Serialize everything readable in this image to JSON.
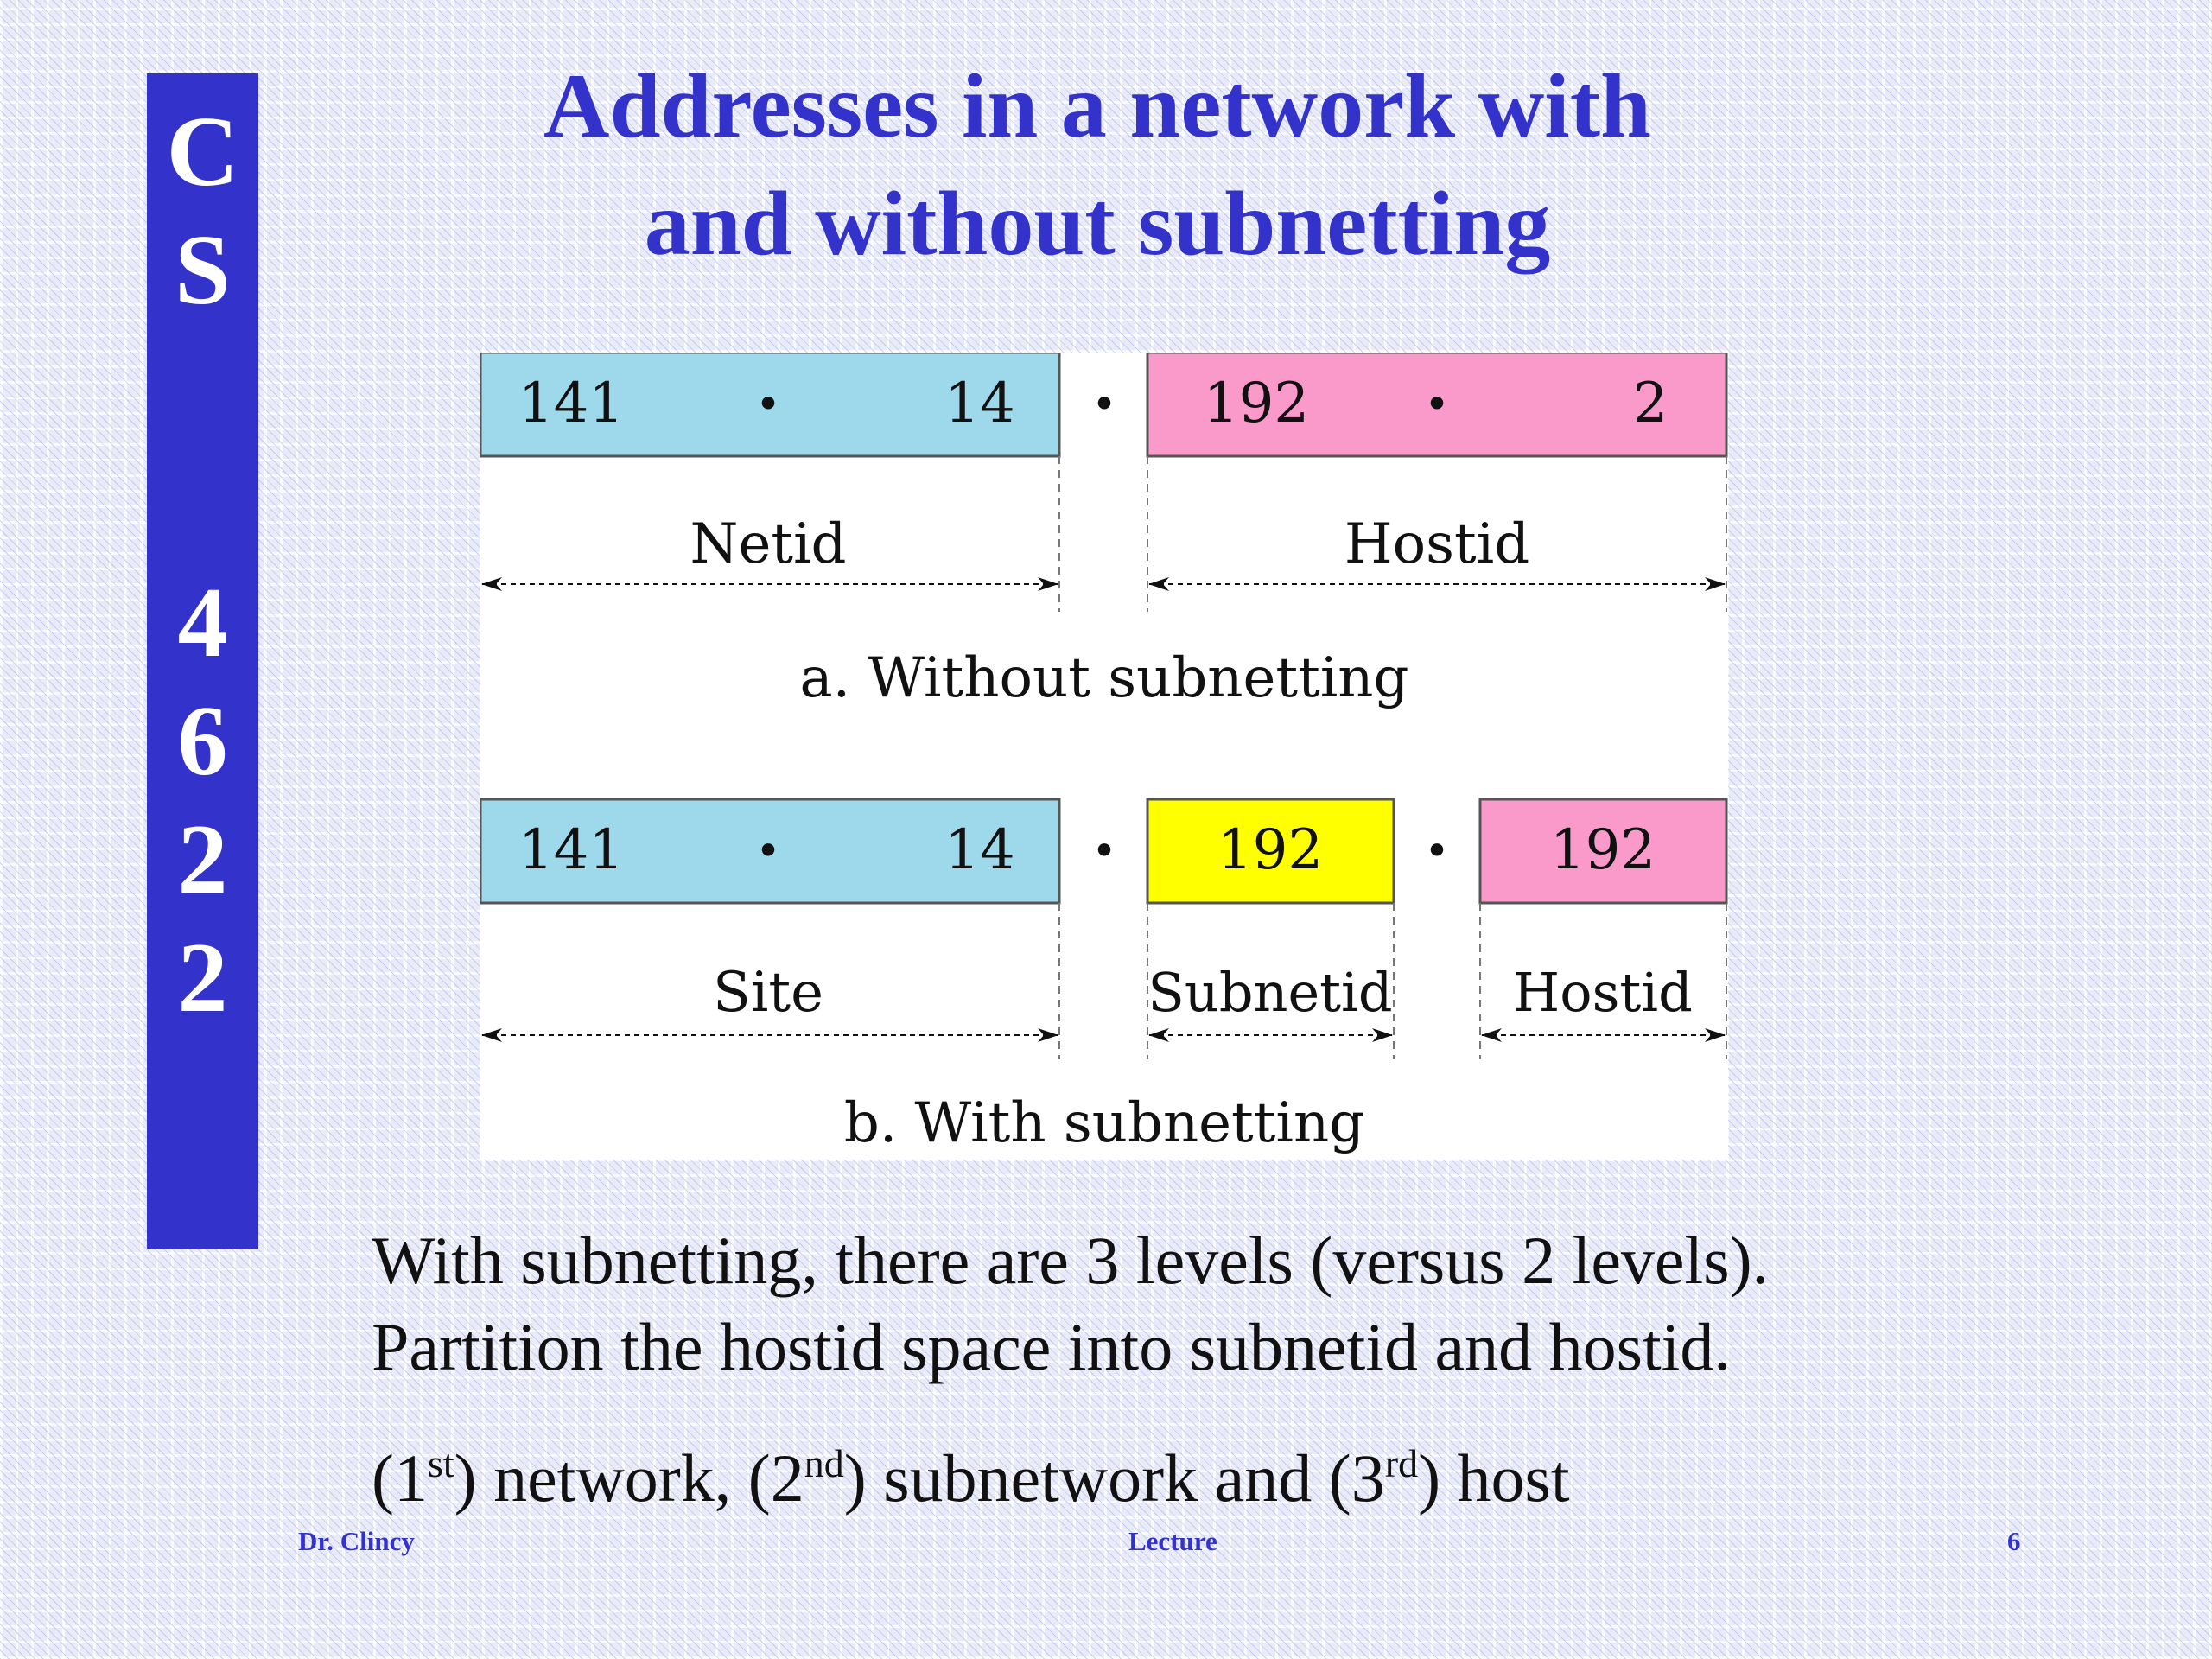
{
  "sidebar": {
    "course_letters": [
      "C",
      "S",
      "4",
      "6",
      "2",
      "2"
    ]
  },
  "title": {
    "line1": "Addresses in a network with",
    "line2": "and without subnetting"
  },
  "diagram": {
    "without_subnetting": {
      "netid_box": {
        "octet1": "141",
        "octet2": "14",
        "color": "#9dd9ea"
      },
      "hostid_box": {
        "octet1": "192",
        "octet2": "2",
        "color": "#f99acb"
      },
      "separator_dot": "•",
      "netid_label": "Netid",
      "hostid_label": "Hostid",
      "caption": "a. Without subnetting"
    },
    "with_subnetting": {
      "site_box": {
        "octet1": "141",
        "octet2": "14",
        "color": "#9dd9ea"
      },
      "subnetid_box": {
        "value": "192",
        "color": "#ffff00"
      },
      "hostid_box": {
        "value": "192",
        "color": "#f99acb"
      },
      "separator_dot": "•",
      "site_label": "Site",
      "subnetid_label": "Subnetid",
      "hostid_label": "Hostid",
      "caption": "b. With subnetting"
    }
  },
  "body": {
    "line1": "With subnetting, there are 3 levels (versus 2 levels).",
    "line2": "Partition the hostid space into subnetid and hostid.",
    "levels": {
      "p1": "(1",
      "s1": "st",
      "p2": ") network, (2",
      "s2": "nd",
      "p3": ") subnetwork and (3",
      "s3": "rd",
      "p4": ") host"
    }
  },
  "footer": {
    "author": "Dr. Clincy",
    "center": "Lecture",
    "page": "6"
  },
  "colors": {
    "accent": "#3333cc"
  }
}
